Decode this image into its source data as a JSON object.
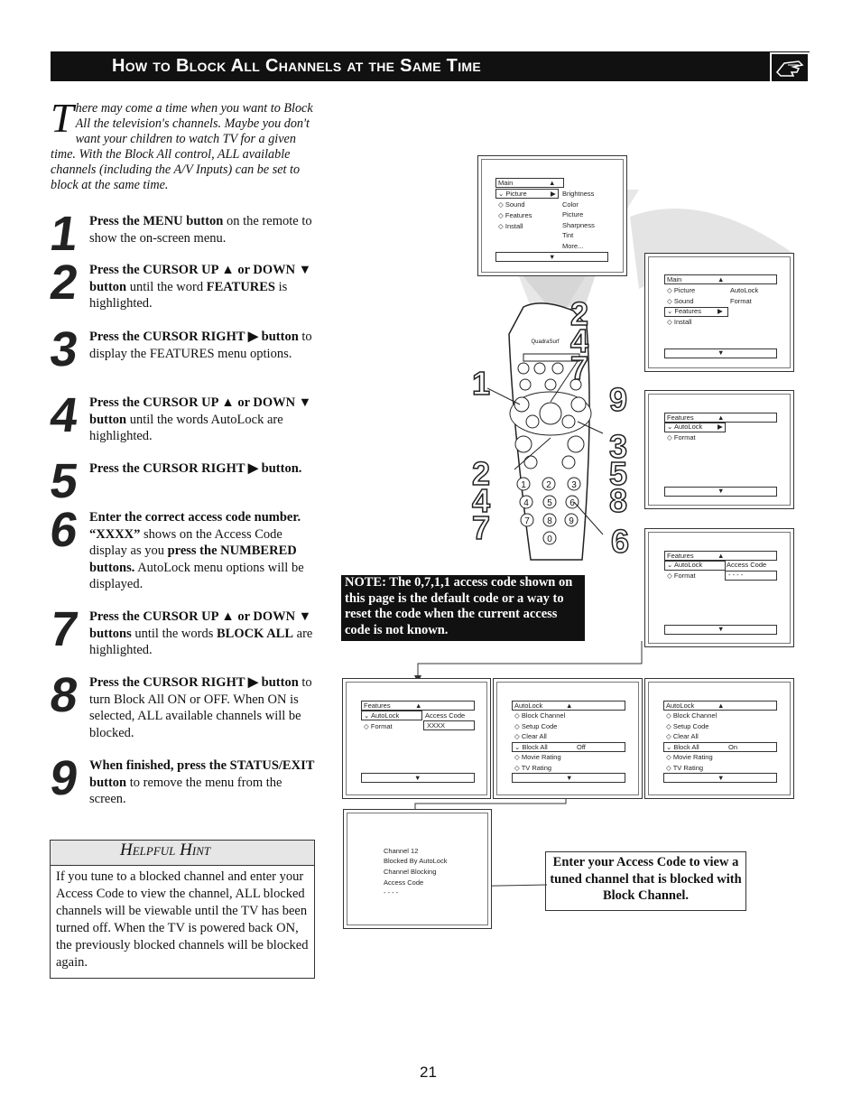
{
  "header": {
    "title": "How to Block All Channels at the Same Time"
  },
  "intro": {
    "dropcap": "T",
    "text": "here may come a time when you want to Block All the television's channels. Maybe you don't want your children to watch TV for a given time. With the Block All control, ALL available channels (including the A/V Inputs) can be set to block at the same time."
  },
  "steps": [
    {
      "num": "1",
      "html": "<b>Press the MENU button</b> on the remote to show the on-screen menu."
    },
    {
      "num": "2",
      "html": "<b>Press the CURSOR UP ▲ or DOWN ▼ button</b> until the word <b>FEATURES</b> is highlighted."
    },
    {
      "num": "3",
      "html": "<b>Press the CURSOR RIGHT ▶ button</b> to display the FEATURES menu options."
    },
    {
      "num": "4",
      "html": "<b>Press the CURSOR UP ▲ or DOWN ▼ button</b> until the words AutoLock are highlighted."
    },
    {
      "num": "5",
      "html": "<b>Press the CURSOR RIGHT ▶ button.</b>"
    },
    {
      "num": "6",
      "html": "<b>Enter the correct access code number. “XXXX”</b> shows on the Access Code display as you <b>press the NUMBERED buttons.</b> AutoLock menu options will be displayed."
    },
    {
      "num": "7",
      "html": "<b>Press the CURSOR UP ▲ or DOWN ▼ buttons</b> until the words <b>BLOCK ALL</b> are highlighted."
    },
    {
      "num": "8",
      "html": "<b>Press the CURSOR RIGHT ▶ button</b> to turn Block All ON or OFF. When ON is selected, ALL available channels will be blocked."
    },
    {
      "num": "9",
      "html": "<b>When finished, press the STATUS/EXIT button</b> to remove the menu from the screen."
    }
  ],
  "hint": {
    "title": "Helpful Hint",
    "body": "If you tune to a blocked channel and enter your Access Code to view the channel, ALL blocked channels will be viewable until the TV has been turned off. When the TV is powered back ON, the previously blocked channels will be blocked again."
  },
  "note": "NOTE: The 0,7,1,1 access code shown on this page is the default code or a way to reset the code when the current access code is not known.",
  "callout": "Enter your Access Code to view a tuned channel that is blocked with Block Channel.",
  "page_number": "21",
  "remote_labels": {
    "big_247_a": [
      "2",
      "4",
      "7"
    ],
    "big_1": "1",
    "big_9": "9",
    "big_358": [
      "3",
      "5",
      "8"
    ],
    "big_247_b": [
      "2",
      "4",
      "7"
    ],
    "big_6": "6",
    "quadrasurf": "QuadraSurf",
    "keys": [
      "1",
      "2",
      "3",
      "4",
      "5",
      "6",
      "7",
      "8",
      "9",
      "0"
    ]
  },
  "screens": {
    "main1": {
      "header": "Main",
      "items": [
        "Picture",
        "Sound",
        "Features",
        "Install"
      ],
      "right": [
        "Brightness",
        "Color",
        "Picture",
        "Sharpness",
        "Tint",
        "More..."
      ]
    },
    "main2": {
      "header": "Main",
      "items": [
        "Picture",
        "Sound",
        "Features",
        "Install"
      ],
      "right": [
        "AutoLock",
        "Format"
      ]
    },
    "features1": {
      "header": "Features",
      "items": [
        "AutoLock",
        "Format"
      ]
    },
    "features2": {
      "header": "Features",
      "items": [
        "AutoLock",
        "Format"
      ],
      "right": [
        "Access Code",
        "- - - -"
      ]
    },
    "features3": {
      "header": "Features",
      "items": [
        "AutoLock",
        "Format"
      ],
      "right": [
        "Access Code",
        "XXXX"
      ]
    },
    "autolock_off": {
      "header": "AutoLock",
      "items": [
        "Block Channel",
        "Setup Code",
        "Clear All",
        "Block All",
        "Movie Rating",
        "TV Rating"
      ],
      "value": "Off"
    },
    "autolock_on": {
      "header": "AutoLock",
      "items": [
        "Block Channel",
        "Setup Code",
        "Clear All",
        "Block All",
        "Movie Rating",
        "TV Rating"
      ],
      "value": "On"
    },
    "blocked": {
      "lines": [
        "Channel 12",
        "Blocked By AutoLock",
        "Channel Blocking",
        "Access Code",
        "- - - -"
      ]
    }
  }
}
